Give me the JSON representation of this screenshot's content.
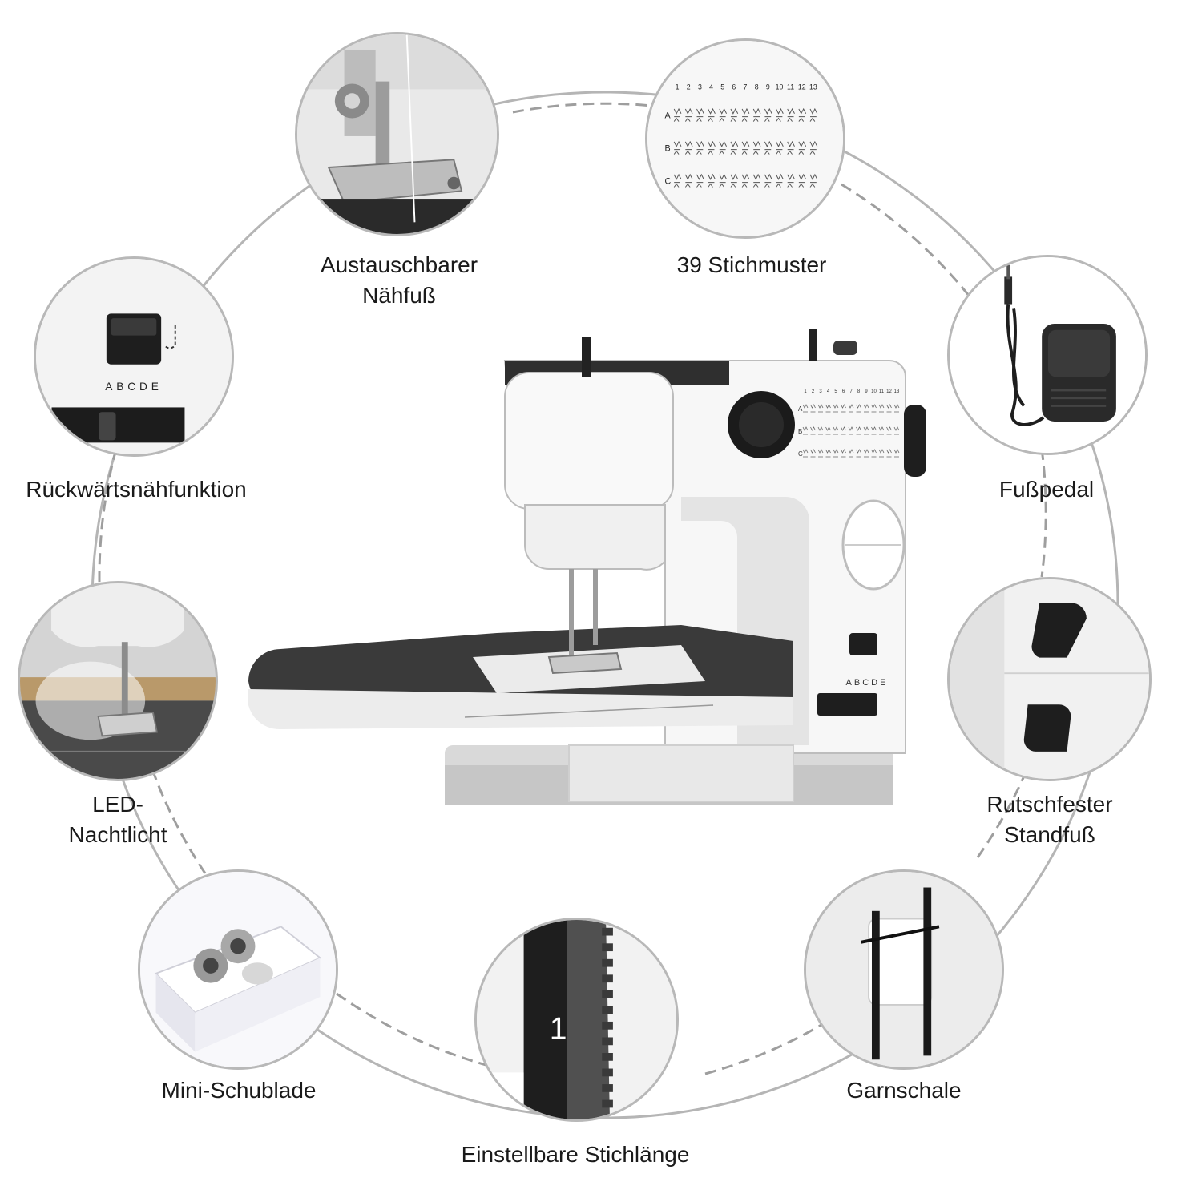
{
  "features": [
    {
      "id": "naehfuss",
      "label": "Austauschbarer\nNähfuß",
      "icon": "presser-foot-icon"
    },
    {
      "id": "stichmuster",
      "label": "39 Stichmuster",
      "icon": "stitch-chart-icon"
    },
    {
      "id": "rueckwaerts",
      "label": "Rückwärtsnähfunktion",
      "icon": "reverse-button-icon",
      "sub_letters": "ABCDE"
    },
    {
      "id": "fusspedal",
      "label": "Fußpedal",
      "icon": "foot-pedal-icon"
    },
    {
      "id": "led",
      "label": "LED-\nNachtlicht",
      "icon": "led-light-icon"
    },
    {
      "id": "standfuss",
      "label": "Rutschfester\nStandfuß",
      "icon": "rubber-foot-icon"
    },
    {
      "id": "schublade",
      "label": "Mini-Schublade",
      "icon": "drawer-icon"
    },
    {
      "id": "garnschale",
      "label": "Garnschale",
      "icon": "thread-holder-icon"
    },
    {
      "id": "stichlaenge",
      "label": "Einstellbare Stichlänge",
      "icon": "stitch-length-dial-icon",
      "dial_number": "1"
    }
  ],
  "machine": {
    "pattern_letters": [
      "A",
      "B",
      "C"
    ],
    "pattern_numbers": [
      "1",
      "2",
      "3",
      "4",
      "5",
      "6",
      "7",
      "8",
      "9",
      "10",
      "11",
      "12",
      "13"
    ],
    "foot_letters": "ABCDE"
  },
  "colors": {
    "ring": "#b5b5b5",
    "body": "#f4f4f4",
    "dark": "#2b2b2b",
    "table": "#3a3a3a"
  }
}
